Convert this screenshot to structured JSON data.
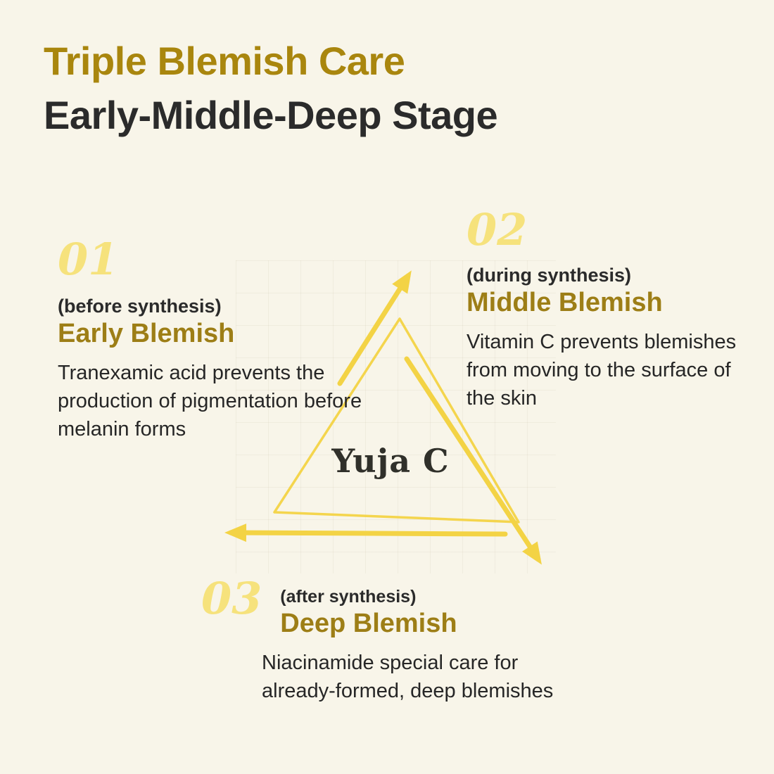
{
  "header": {
    "title": "Triple Blemish Care",
    "subtitle": "Early-Middle-Deep Stage"
  },
  "diagram": {
    "center_label": "Yuja C"
  },
  "stages": [
    {
      "number": "01",
      "phase": "(before synthesis)",
      "name": "Early Blemish",
      "description": "Tranexamic acid prevents the production of pigmentation before melanin forms"
    },
    {
      "number": "02",
      "phase": "(during synthesis)",
      "name": "Middle Blemish",
      "description": "Vitamin C prevents blemishes from moving to the surface of the skin"
    },
    {
      "number": "03",
      "phase": "(after synthesis)",
      "name": "Deep Blemish",
      "description": "Niacinamide special care for already-formed, deep blemishes"
    }
  ],
  "colors": {
    "background": "#f8f5e9",
    "title_gold": "#a9860e",
    "heading_dark": "#2b2b2b",
    "stage_gold": "#9d7e16",
    "number_yellow": "#f6e27c",
    "arrow_yellow": "#f3d345"
  }
}
